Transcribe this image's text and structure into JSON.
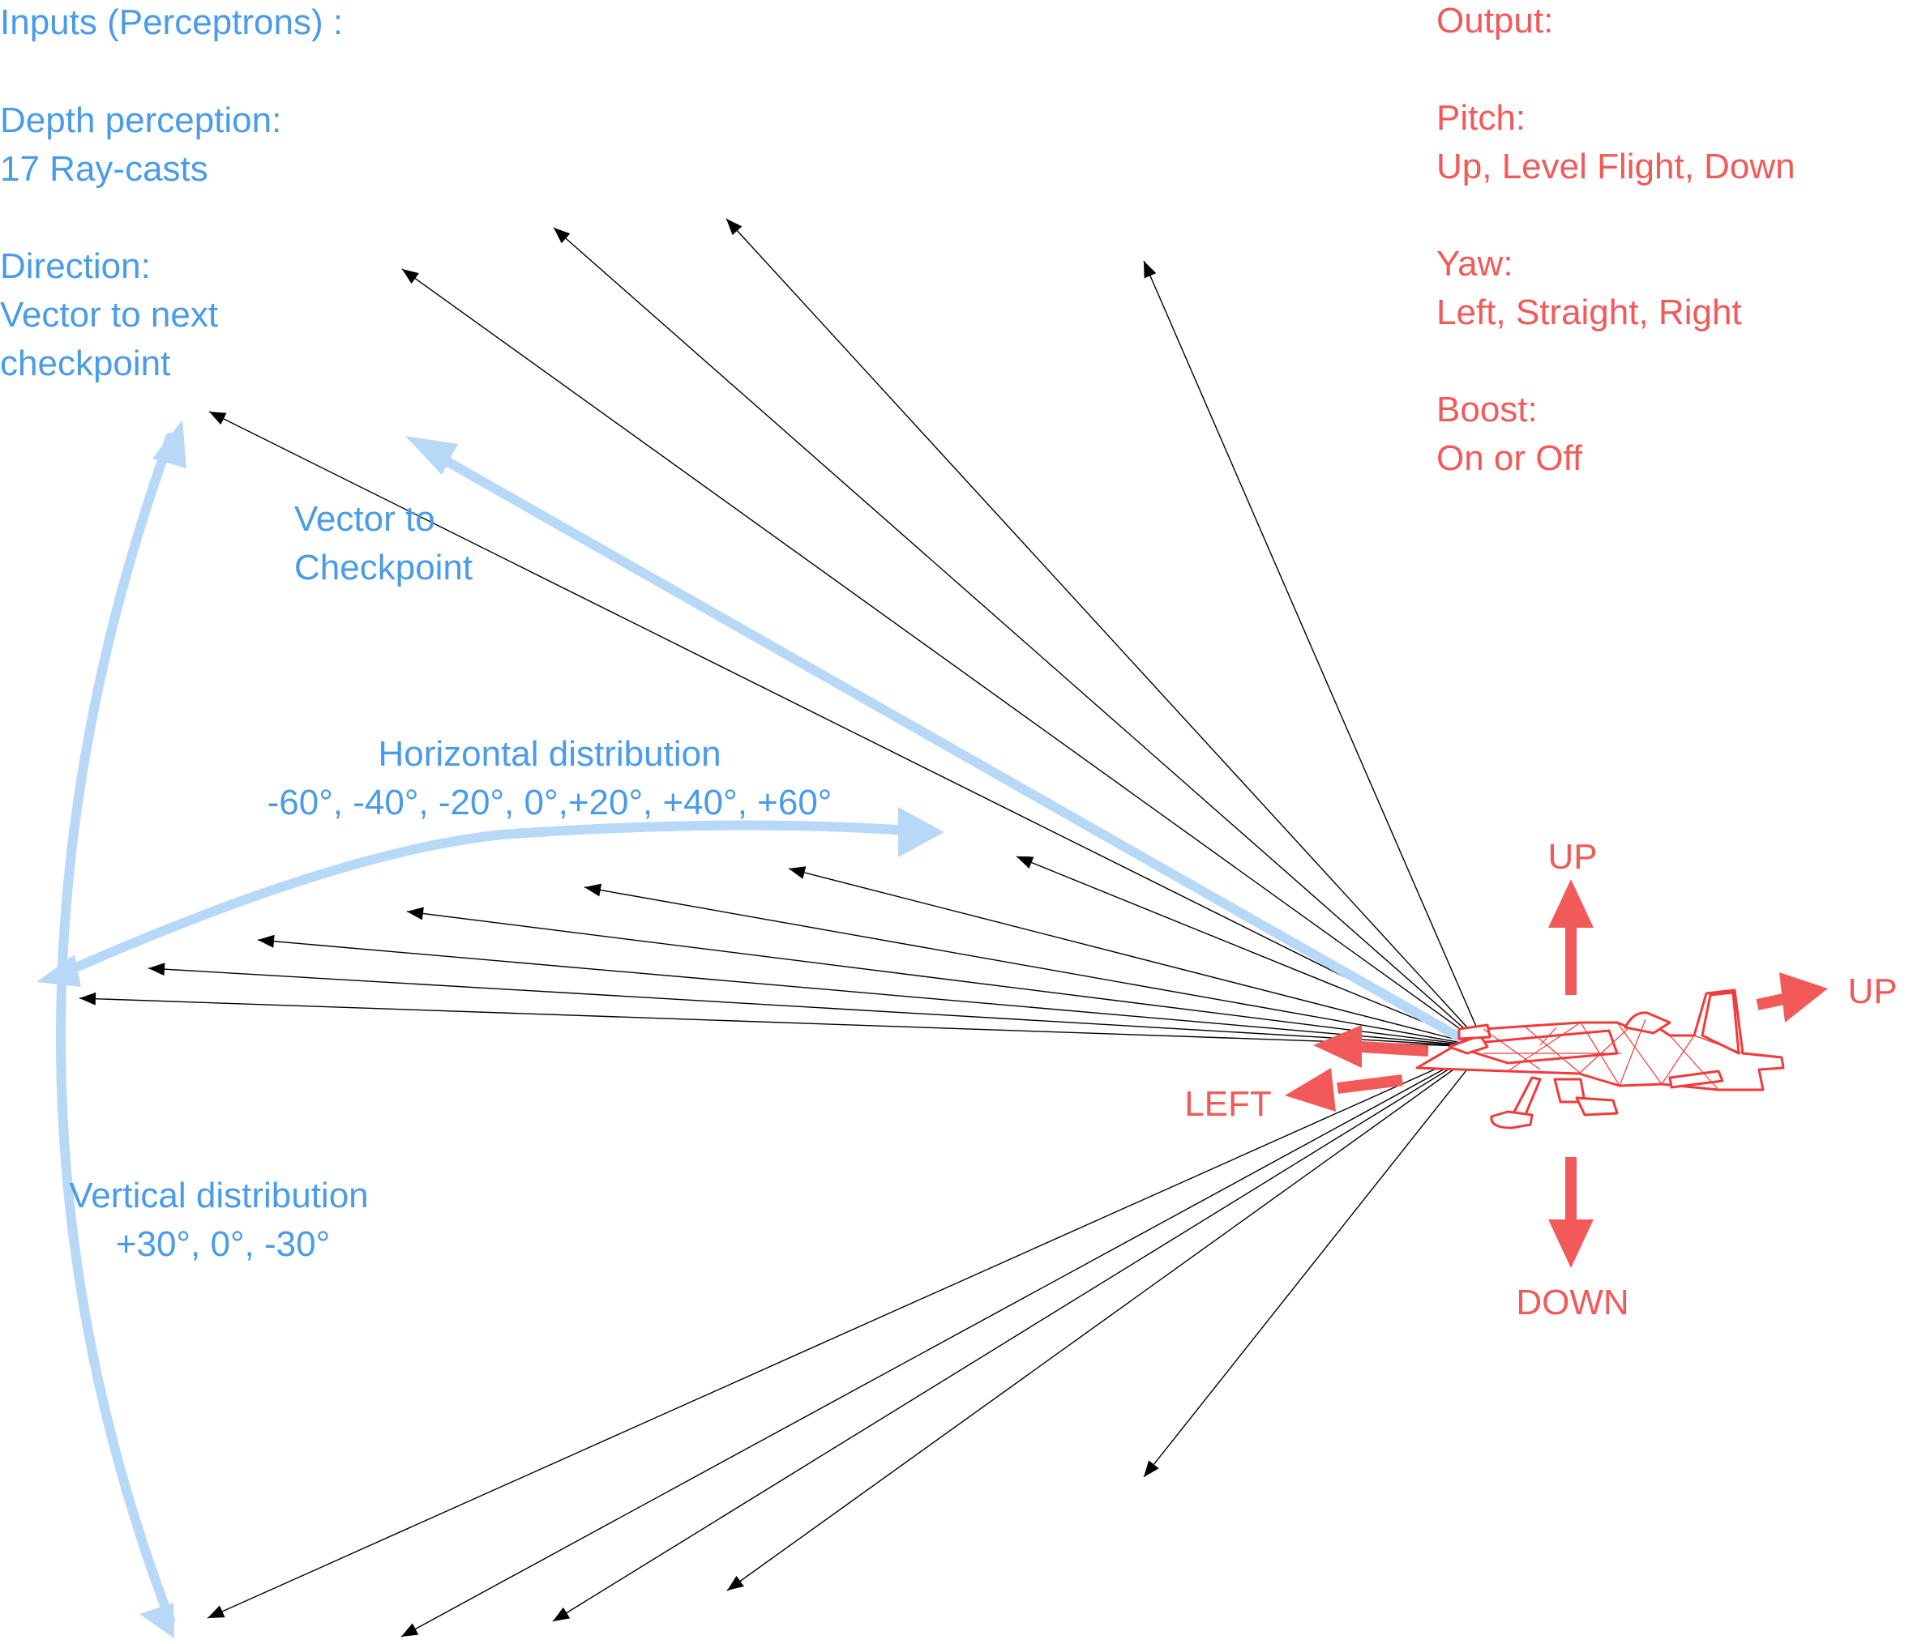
{
  "inputs": {
    "heading": "Inputs (Perceptrons) :",
    "depth_title": "Depth perception:",
    "depth_value": "17 Ray-casts",
    "direction_title": "Direction:",
    "direction_line1": "Vector to next",
    "direction_line2": "checkpoint"
  },
  "outputs": {
    "heading": "Output:",
    "pitch_title": "Pitch:",
    "pitch_values": "Up, Level Flight, Down",
    "yaw_title": "Yaw:",
    "yaw_values": "Left, Straight, Right",
    "boost_title": "Boost:",
    "boost_values": "On or Off"
  },
  "annotations": {
    "vector_line1": "Vector to",
    "vector_line2": "Checkpoint",
    "horizontal_title": "Horizontal distribution",
    "horizontal_values": "-60°,  -40°, -20°, 0°,+20°, +40°, +60°",
    "vertical_title": "Vertical distribution",
    "vertical_values": "+30°, 0°, -30°"
  },
  "controls": {
    "up_pitch": "UP",
    "up_boost": "UP",
    "left": "LEFT",
    "down": "DOWN"
  },
  "colors": {
    "inputs": "#4a9be8",
    "outputs": "#f25a5a",
    "rays": "#000000",
    "blue_arrows": "#b8d8f8"
  }
}
